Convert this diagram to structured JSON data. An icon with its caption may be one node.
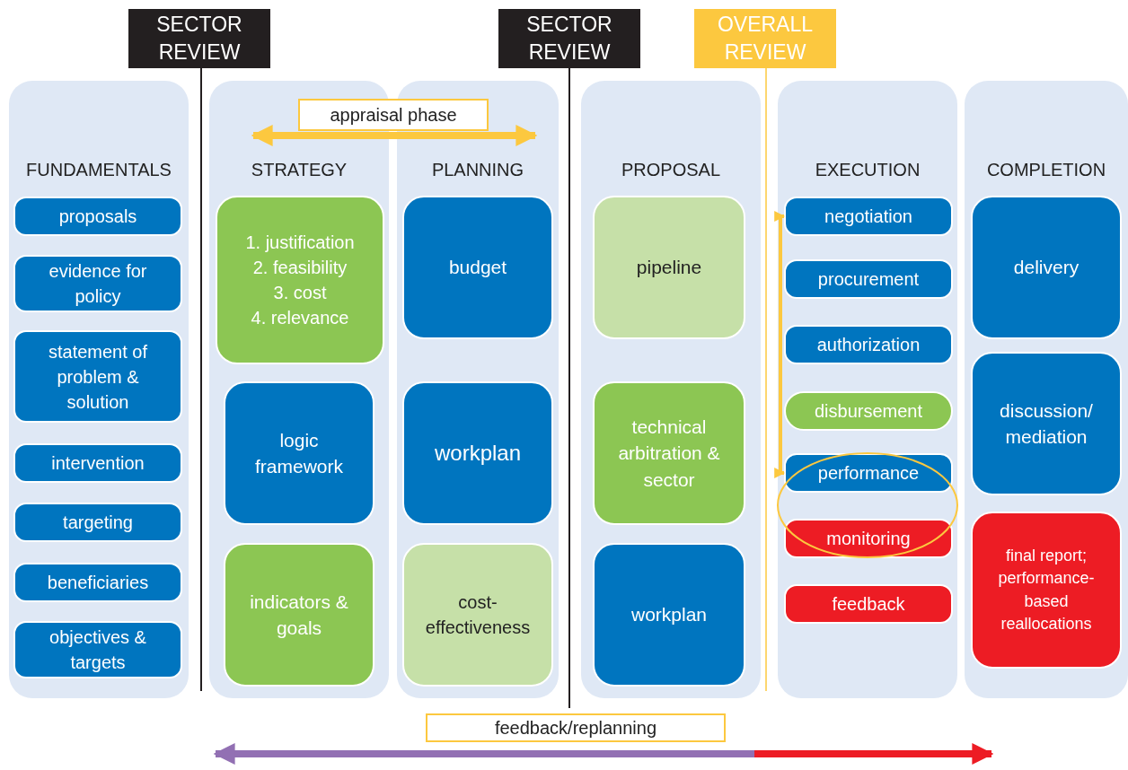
{
  "diagram": {
    "nodes": [
      {
        "text": [
          "SECTOR REVIEW"
        ]
      },
      {
        "text": [
          "SECTOR REVIEW"
        ]
      },
      {
        "text": [
          "OVERALL REVIEW"
        ]
      },
      {
        "text": [
          "appraisal phase"
        ]
      },
      {
        "text": [
          "FUNDAMENTALS"
        ]
      },
      {
        "text": [
          "proposals"
        ],
        "in": 4
      },
      {
        "text": [
          "evidence for policy"
        ],
        "in": 4
      },
      {
        "text": [
          "statement of problem & solution"
        ],
        "in": 4
      },
      {
        "text": [
          "intervention"
        ],
        "in": 4
      },
      {
        "text": [
          "targeting"
        ],
        "in": 4
      },
      {
        "text": [
          "beneficiaries"
        ],
        "in": 4
      },
      {
        "text": [
          "objectives & targets"
        ],
        "in": 4
      },
      {
        "text": [
          "STRATEGY"
        ]
      },
      {
        "text": [
          "1. justification",
          "2. feasibility",
          "3. cost",
          "4. relevance"
        ],
        "in": 12
      },
      {
        "text": [
          "logic framework"
        ],
        "in": 12
      },
      {
        "text": [
          "indicators & goals"
        ],
        "in": 12
      },
      {
        "text": [
          "PLANNING"
        ]
      },
      {
        "text": [
          "budget"
        ],
        "in": 16
      },
      {
        "text": [
          "workplan"
        ],
        "in": 16
      },
      {
        "text": [
          "cost-effectiveness"
        ],
        "in": 16
      },
      {
        "text": [
          "PROPOSAL"
        ]
      },
      {
        "text": [
          "pipeline"
        ],
        "in": 20
      },
      {
        "text": [
          "technical arbitration & sector"
        ],
        "in": 20
      },
      {
        "text": [
          "workplan"
        ],
        "in": 20
      },
      {
        "text": [
          "EXECUTION"
        ]
      },
      {
        "text": [
          "negotiation"
        ],
        "in": 24
      },
      {
        "text": [
          "procurement"
        ],
        "in": 24
      },
      {
        "text": [
          "authorization"
        ],
        "in": 24
      },
      {
        "text": [
          "disbursement"
        ],
        "in": 24
      },
      {
        "text": [
          "performance"
        ],
        "in": 24
      },
      {
        "text": [
          "monitoring"
        ],
        "in": 24
      },
      {
        "text": [
          "feedback"
        ],
        "in": 24
      },
      {
        "text": [
          "COMPLETION"
        ]
      },
      {
        "text": [
          "delivery"
        ],
        "in": 32
      },
      {
        "text": [
          "discussion/ mediation"
        ],
        "in": 32
      },
      {
        "text": [
          "final report; performance-based reallocations"
        ],
        "in": 32
      },
      {
        "text": [
          "feedback/replanning"
        ]
      }
    ],
    "edges": [
      {
        "from": 25,
        "to": 29,
        "arrow": "both"
      }
    ]
  }
}
